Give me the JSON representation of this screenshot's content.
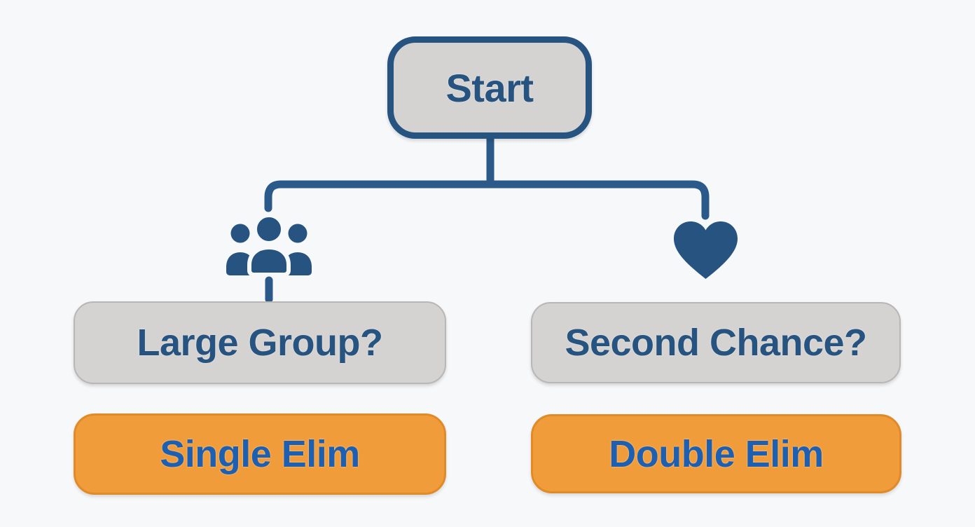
{
  "colors": {
    "bg": "#f7f8fa",
    "navy": "#26537f",
    "line-blue": "#2b5a8a",
    "box-gray": "#d5d3d1",
    "box-gray-border": "#b9b7b5",
    "orange": "#f19c3a",
    "orange-border": "#e08a28",
    "elim-blue": "#1d60b2"
  },
  "flowchart": {
    "start_label": "Start",
    "branches": [
      {
        "icon": "group-icon",
        "question": "Large Group?",
        "result": "Single Elim"
      },
      {
        "icon": "heart-icon",
        "question": "Second Chance?",
        "result": "Double Elim"
      }
    ]
  }
}
